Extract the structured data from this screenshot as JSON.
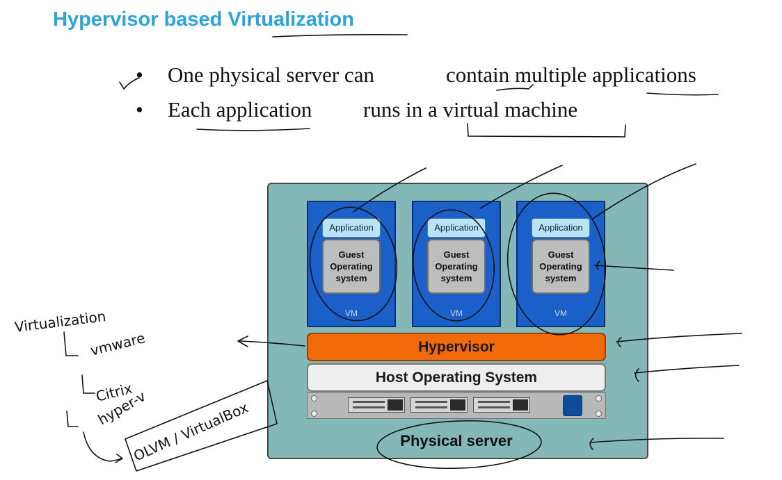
{
  "title": "Hypervisor based Virtualization",
  "bullets": [
    {
      "part1": "One physical server can",
      "part2": "contain multiple applications"
    },
    {
      "part1": "Each application",
      "part2": "runs in a virtual machine"
    }
  ],
  "diagram": {
    "vms": [
      {
        "app": "Application",
        "guest": [
          "Guest",
          "Operating",
          "system"
        ],
        "label": "VM"
      },
      {
        "app": "Application",
        "guest": [
          "Guest",
          "Operating",
          "system"
        ],
        "label": "VM"
      },
      {
        "app": "Application",
        "guest": [
          "Guest",
          "Operating",
          "system"
        ],
        "label": "VM"
      }
    ],
    "hypervisor": "Hypervisor",
    "host_os": "Host Operating System",
    "physical_server": "Physical server"
  },
  "handwriting": {
    "heading": "Virtualization",
    "items": [
      "vmware",
      "Citrix",
      "hyper-v",
      "OLVM / VirtualBox"
    ]
  },
  "colors": {
    "title": "#2aa3e0",
    "board": "#83b8b6",
    "vm": "#1b5fc9",
    "application": "#b9e3f6",
    "guest_os": "#bdbdbd",
    "hypervisor": "#f06a0a",
    "host_os": "#eeeeee",
    "ink": "#111111"
  }
}
